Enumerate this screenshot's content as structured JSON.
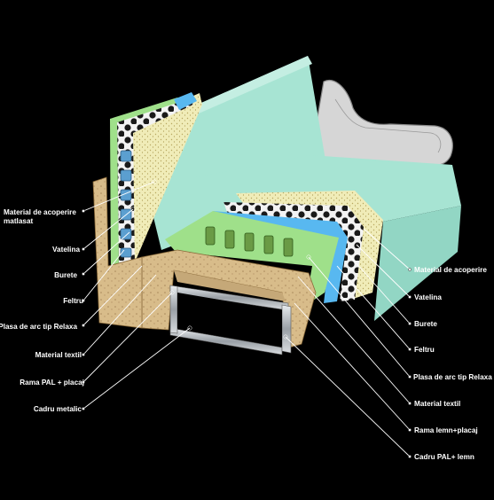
{
  "labels_left": [
    "Material de acoperire matlasat",
    "Vatelina",
    "Burete",
    "Feltru",
    "Plasa de arc tip Relaxa",
    "Material textil",
    "Rama PAL + placaj",
    "Cadru metalic"
  ],
  "labels_right": [
    "Material de acoperire",
    "Vatelina",
    "Burete",
    "Feltru",
    "Plasa de arc tip Relaxa",
    "Material textil",
    "Rama lemn+placaj",
    "Cadru PAL+ lemn"
  ],
  "colors": {
    "background": "#000000",
    "fabric": "#a8e6d5",
    "batting": "#f2f0c6",
    "foam": "#5cb9f0",
    "felt": "#9fe08a",
    "spring": "#5a8a3a",
    "wood": "#d4b583",
    "metal": "#b4b9be",
    "armrest": "#d8d8d8"
  }
}
